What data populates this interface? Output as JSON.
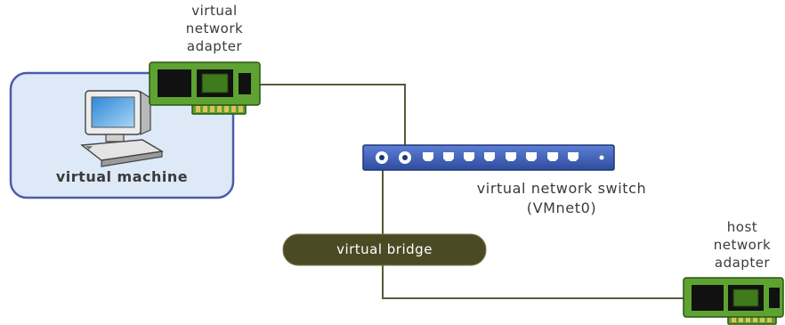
{
  "vm_adapter": {
    "label_lines": [
      "virtual",
      "network",
      "adapter"
    ]
  },
  "vm": {
    "label": "virtual machine"
  },
  "switch": {
    "label": "virtual network switch",
    "sublabel": "(VMnet0)"
  },
  "bridge": {
    "label": "virtual bridge"
  },
  "host_adapter": {
    "label_lines": [
      "host",
      "network",
      "adapter"
    ]
  },
  "colors": {
    "adapter_green": "#5ea332",
    "adapter_teeth_gold": "#d9c45a",
    "vm_box_fill": "#dde9f7",
    "vm_box_border": "#4b5caa",
    "switch_blue": "#3f5fb5",
    "bridge_fill": "#4a4a24",
    "wire": "#5a5a3c"
  }
}
